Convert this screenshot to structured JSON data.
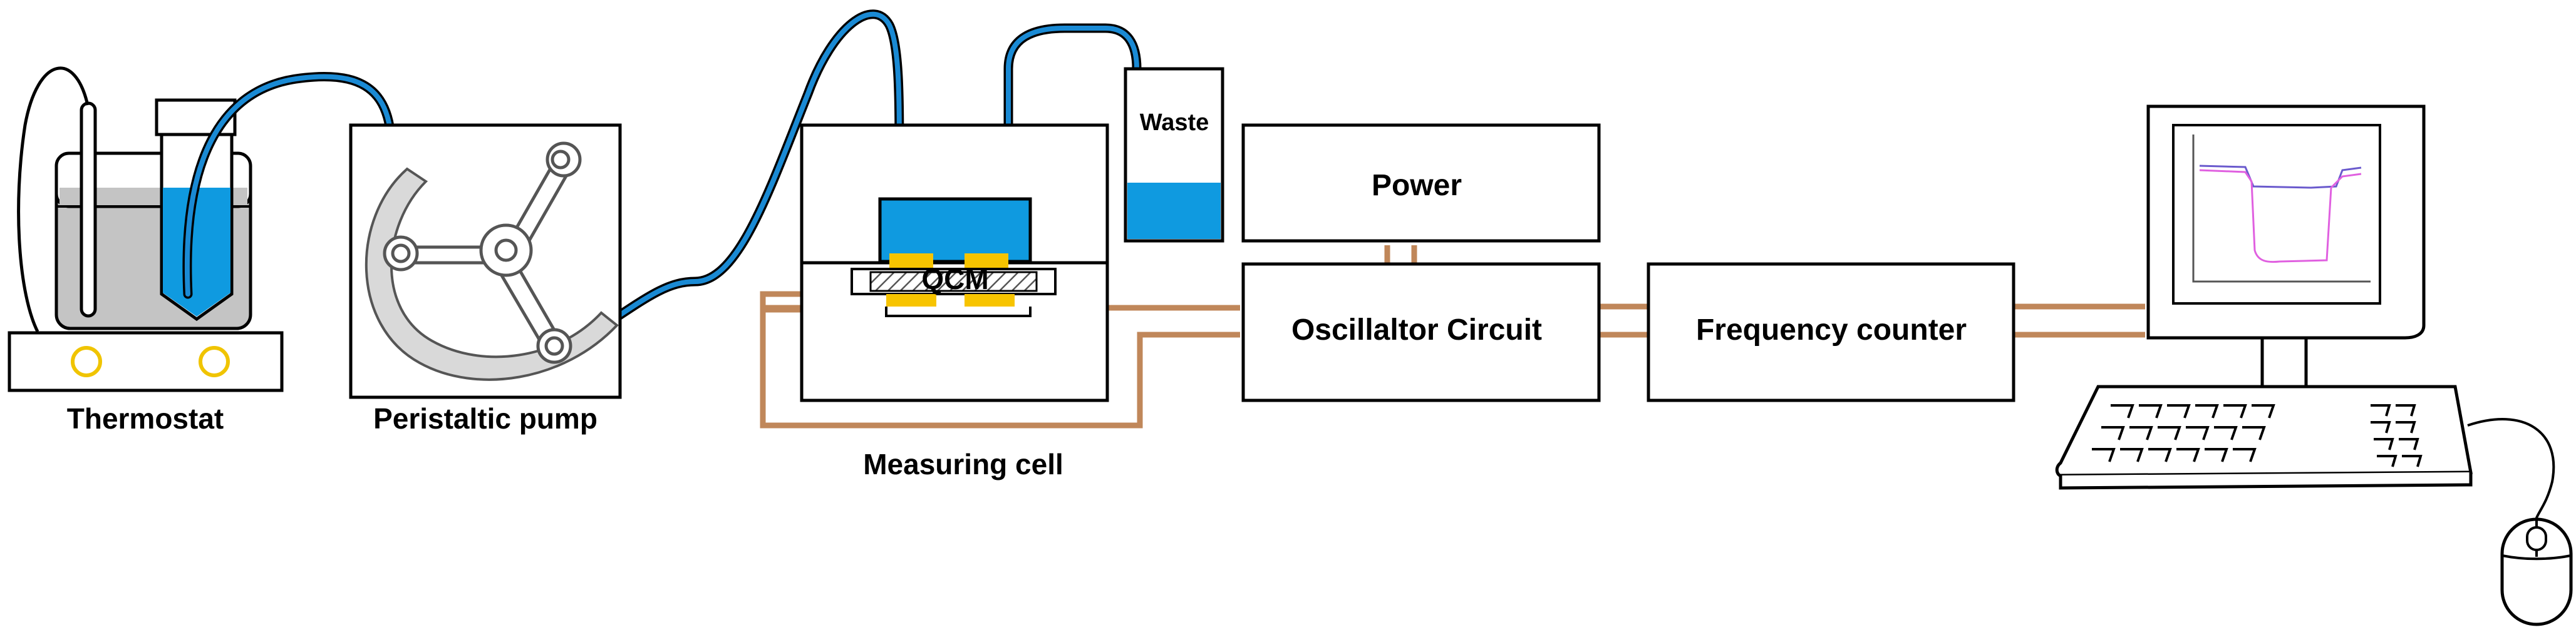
{
  "labels": {
    "thermostat": "Thermostat",
    "pump": "Peristaltic pump",
    "cell": "Measuring cell",
    "qcm": "QCM",
    "waste": "Waste",
    "power": "Power",
    "oscillator": "Oscillaltor Circuit",
    "counter": "Frequency counter"
  },
  "colors": {
    "tube": "#1a8ad4",
    "liquid": "#0f9ae0",
    "wire": "#c0875a",
    "gold": "#f7c400",
    "bath": "#c4c4c4",
    "outline": "#000000",
    "freq_trace": "#6a5acd",
    "dissip_trace": "#e060e0"
  }
}
